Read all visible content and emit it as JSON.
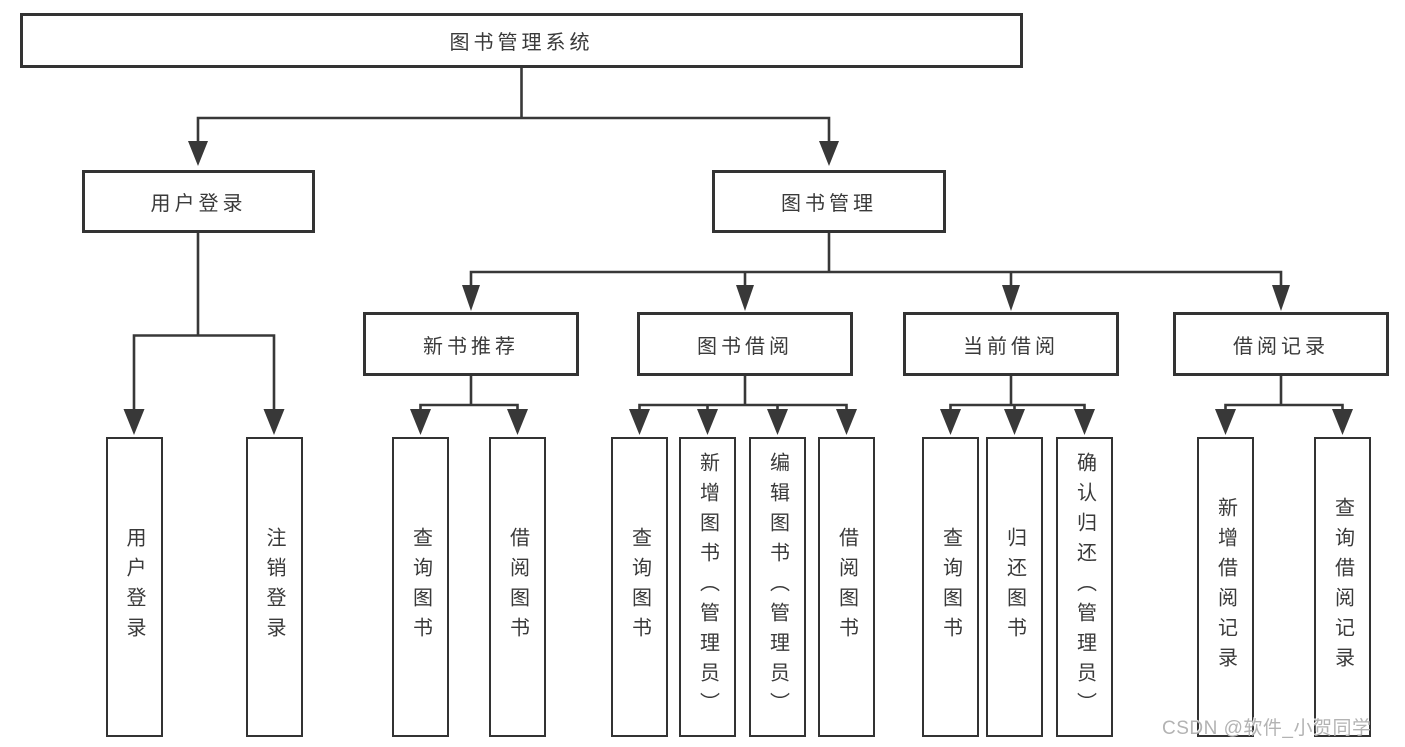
{
  "diagram": {
    "title": "图书管理系统",
    "level2": [
      {
        "label": "用户登录"
      },
      {
        "label": "图书管理"
      }
    ],
    "level3": [
      {
        "label": "新书推荐"
      },
      {
        "label": "图书借阅"
      },
      {
        "label": "当前借阅"
      },
      {
        "label": "借阅记录"
      }
    ],
    "leaves": {
      "user_login": [
        {
          "label": "用户登录"
        },
        {
          "label": "注销登录"
        }
      ],
      "new_book_recommend": [
        {
          "label": "查询图书"
        },
        {
          "label": "借阅图书"
        }
      ],
      "book_borrowing": [
        {
          "label": "查询图书"
        },
        {
          "label": "新增图书（管理员）"
        },
        {
          "label": "编辑图书（管理员）"
        },
        {
          "label": "借阅图书"
        }
      ],
      "current_borrowing": [
        {
          "label": "查询图书"
        },
        {
          "label": "归还图书"
        },
        {
          "label": "确认归还（管理员）"
        }
      ],
      "borrowing_records": [
        {
          "label": "新增借阅记录"
        },
        {
          "label": "查询借阅记录"
        }
      ]
    }
  },
  "watermark": {
    "text": "CSDN @软件_小贺同学"
  },
  "colors": {
    "line": "#383838",
    "box_border": "#333333",
    "text": "#3a3a3a",
    "watermark": "#b3b3b3",
    "background": "#ffffff"
  }
}
